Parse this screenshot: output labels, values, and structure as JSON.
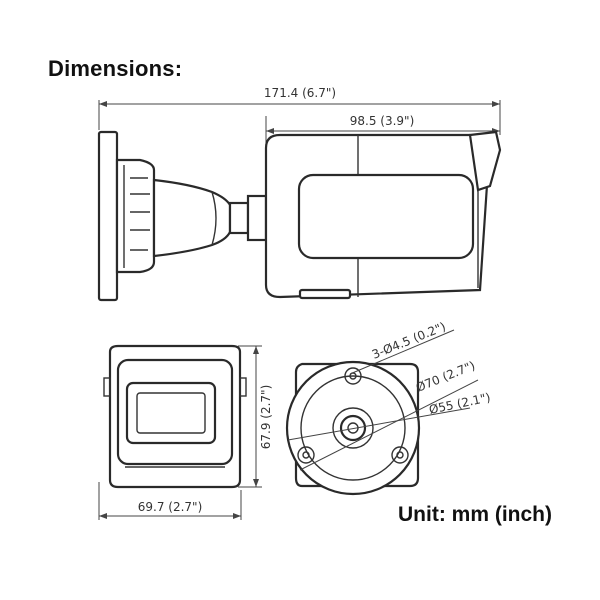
{
  "heading": "Dimensions:",
  "unit_label": "Unit: mm (inch)",
  "side_view": {
    "overall_length": "171.4 (6.7\")",
    "body_length": "98.5 (3.9\")"
  },
  "front_view": {
    "height": "67.9 (2.7\")",
    "width": "69.7 (2.7\")"
  },
  "base_view": {
    "holes": "3-Ø4.5 (0.2\")",
    "outer_diameter": "Ø70 (2.7\")",
    "inner_diameter": "Ø55 (2.1\")"
  }
}
